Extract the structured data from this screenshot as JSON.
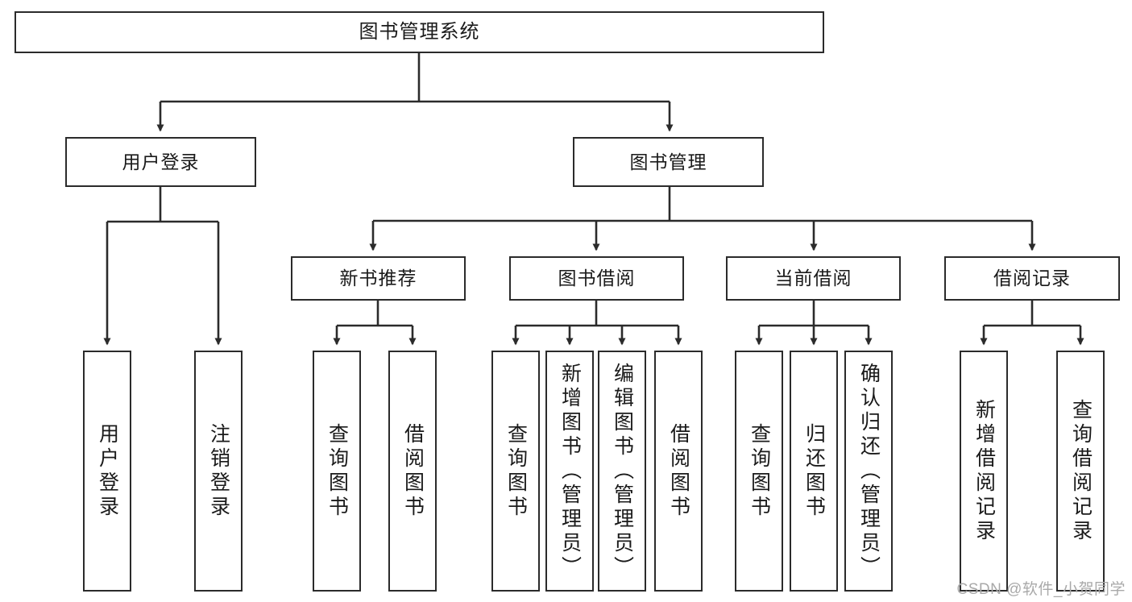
{
  "diagram": {
    "title": "图书管理系统",
    "type": "hierarchy-tree",
    "root": {
      "id": "root",
      "label": "图书管理系统"
    },
    "level2": [
      {
        "id": "user-login",
        "label": "用户登录"
      },
      {
        "id": "book-manage",
        "label": "图书管理"
      }
    ],
    "level3": [
      {
        "id": "new-book-rec",
        "label": "新书推荐"
      },
      {
        "id": "book-borrow",
        "label": "图书借阅"
      },
      {
        "id": "current-borrow",
        "label": "当前借阅"
      },
      {
        "id": "borrow-record",
        "label": "借阅记录"
      }
    ],
    "leaves": {
      "user_login": [
        {
          "id": "leaf-user-login",
          "label": "用户登录"
        },
        {
          "id": "leaf-user-logout",
          "label": "注销登录"
        }
      ],
      "new_book_rec": [
        {
          "id": "leaf-query-book-1",
          "label": "查询图书"
        },
        {
          "id": "leaf-borrow-book-1",
          "label": "借阅图书"
        }
      ],
      "book_borrow": [
        {
          "id": "leaf-query-book-2",
          "label": "查询图书"
        },
        {
          "id": "leaf-add-book",
          "label": "新增图书（管理员）"
        },
        {
          "id": "leaf-edit-book",
          "label": "编辑图书（管理员）"
        },
        {
          "id": "leaf-borrow-book-2",
          "label": "借阅图书"
        }
      ],
      "current_borrow": [
        {
          "id": "leaf-query-book-3",
          "label": "查询图书"
        },
        {
          "id": "leaf-return-book",
          "label": "归还图书"
        },
        {
          "id": "leaf-confirm-return",
          "label": "确认归还（管理员）"
        }
      ],
      "borrow_record": [
        {
          "id": "leaf-add-record",
          "label": "新增借阅记录"
        },
        {
          "id": "leaf-query-record",
          "label": "查询借阅记录"
        }
      ]
    }
  },
  "watermark": {
    "text": "CSDN @软件_小贺同学"
  },
  "colors": {
    "stroke": "#2b2b2b",
    "box_fill": "#ffffff",
    "text": "#1a1a1a",
    "watermark": "#a9a9a9",
    "background": "#ffffff"
  }
}
